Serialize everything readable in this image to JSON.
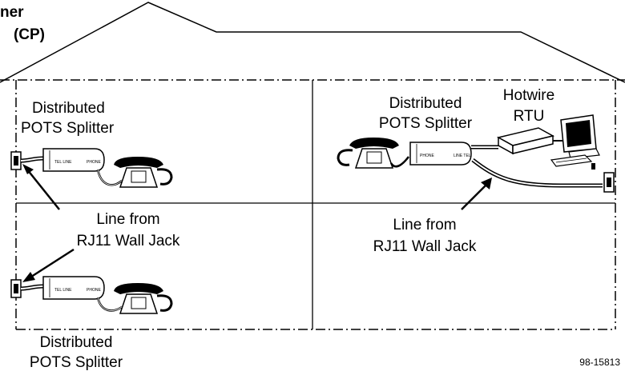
{
  "labels": {
    "cp_line1": "ner",
    "cp_line2": "(CP)",
    "splitter_top_left_1": "Distributed",
    "splitter_top_left_2": "POTS Splitter",
    "line_from_left_1": "Line from",
    "line_from_left_2": "RJ11 Wall Jack",
    "splitter_bottom_1": "Distributed",
    "splitter_bottom_2": "POTS Splitter",
    "splitter_right_1": "Distributed",
    "splitter_right_2": "POTS Splitter",
    "hotwire_1": "Hotwire",
    "hotwire_2": "RTU",
    "line_from_right_1": "Line from",
    "line_from_right_2": "RJ11 Wall Jack",
    "figure_id": "98-15813"
  },
  "splitter_port_labels": {
    "line": "LINE",
    "phone": "PHONE",
    "tel": "TEL"
  }
}
